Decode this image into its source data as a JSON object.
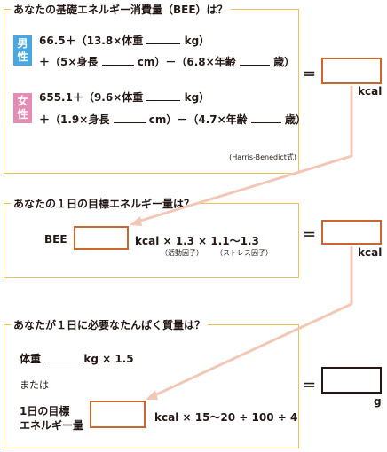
{
  "bee": {
    "heading": "あなたの基礎エネルギー消費量（BEE）は？",
    "male": {
      "badge": [
        "男",
        "性"
      ],
      "line1_a": "66.5＋（13.8×体重",
      "line1_b": "kg）",
      "line2_a": "＋（5×身長",
      "line2_b": "cm）－（6.8×年齢",
      "line2_c": "歳）"
    },
    "female": {
      "badge": [
        "女",
        "性"
      ],
      "line1_a": "655.1＋（9.6×体重",
      "line1_b": "kg）",
      "line2_a": "＋（1.9×身長",
      "line2_b": "cm）－（4.7×年齢",
      "line2_c": "歳）"
    },
    "source": "(Harris-Benedict式)",
    "equals": "＝",
    "unit": "kcal"
  },
  "daily_energy": {
    "heading": "あなたの１日の目標エネルギー量は？",
    "bee_label": "BEE",
    "formula": "kcal × 1.3 × 1.1～1.3",
    "note_activity": "（活動因子）",
    "note_stress": "（ストレス因子）",
    "equals": "＝",
    "unit": "kcal"
  },
  "protein": {
    "heading": "あなたが１日に必要なたんぱく質量は？",
    "weight_label": "体重",
    "weight_formula": "kg × 1.5",
    "or": "または",
    "target_label_1": "1日の目標",
    "target_label_2": "エネルギー量",
    "energy_formula": "kcal × 15～20 ÷ 100 ÷ 4",
    "equals": "＝",
    "unit": "g"
  },
  "colors": {
    "panel_border": "#e9c259",
    "male_badge": "#4aa8e0",
    "female_badge": "#e58cb4",
    "result_box": "#c9672f",
    "arrow": "#f3c7b5",
    "text": "#231815"
  }
}
